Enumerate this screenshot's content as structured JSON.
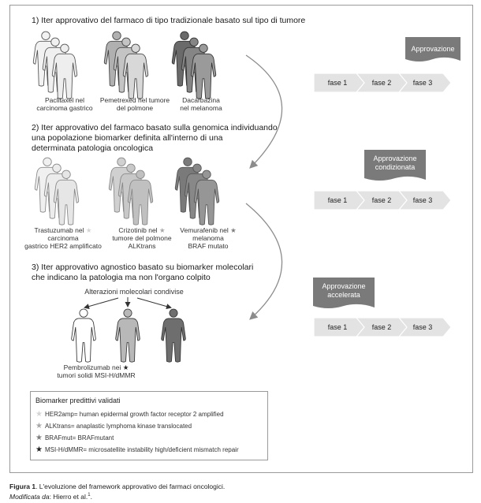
{
  "steps": [
    {
      "title": "1) Iter approvativo del farmaco di tipo tradizionale basato sul tipo di tumore"
    },
    {
      "title_lines": [
        "2) Iter approvativo del farmaco basato sulla genomica individuando",
        "una popolazione biomarker definita all'interno di una",
        "determinata patologia oncologica"
      ]
    },
    {
      "title_lines": [
        "3) Iter approvativo agnostico basato su biomarker molecolari",
        "che indicano la patologia ma non l'organo colpito"
      ]
    }
  ],
  "row1_captions": [
    [
      "Paclitaxel nel",
      "carcinoma gastrico"
    ],
    [
      "Pemetrexed nel tumore",
      "del polmone"
    ],
    [
      "Dacarbazina",
      "nel melanoma"
    ]
  ],
  "row2_captions": [
    [
      "Trastuzumab nel",
      "carcinoma",
      "gastrico HER2 amplificato"
    ],
    [
      "Crizotinib nel",
      "tumore del polmone",
      "ALKtrans"
    ],
    [
      "Vemurafenib nel",
      "melanoma",
      "BRAF mutato"
    ]
  ],
  "row3_header": "Alterazioni molecolari condivise",
  "row3_caption": [
    "Pembrolizumab nei",
    "tumori solidi MSI-H/dMMR"
  ],
  "phases": [
    "fase 1",
    "fase 2",
    "fase 3"
  ],
  "approvals": [
    [
      "Approvazione"
    ],
    [
      "Approvazione",
      "condizionata"
    ],
    [
      "Approvazione",
      "accelerata"
    ]
  ],
  "legend": {
    "title": "Biomarker predittivi validati",
    "items": [
      {
        "text": "HER2amp= human epidermal growth factor receptor 2 amplified",
        "color": "#d4d4d4"
      },
      {
        "text": "ALKtrans= anaplastic lymphoma kinase translocated",
        "color": "#a8a8a8"
      },
      {
        "text": "BRAFmut= BRAFmutant",
        "color": "#7e7e7e"
      },
      {
        "text": "MSI-H/dMMR= microsatellite instability high/deficient mismatch repair",
        "color": "#222222"
      }
    ]
  },
  "figure_caption": {
    "label": "Figura 1",
    "text": ". L'evoluzione del framework approvativo dei farmaci oncologici.",
    "source_label": "Modificata da",
    "source_text": ": Hierro et al.",
    "source_ref": "1",
    "source_end": "."
  },
  "colors": {
    "figure_light": "#e9e9e9",
    "figure_mid": "#a6a6a6",
    "figure_dark": "#6e6e6e",
    "chevron": "#e3e3e3",
    "approval_banner": "#7a7a7a",
    "arrow": "#8c8c8c"
  }
}
